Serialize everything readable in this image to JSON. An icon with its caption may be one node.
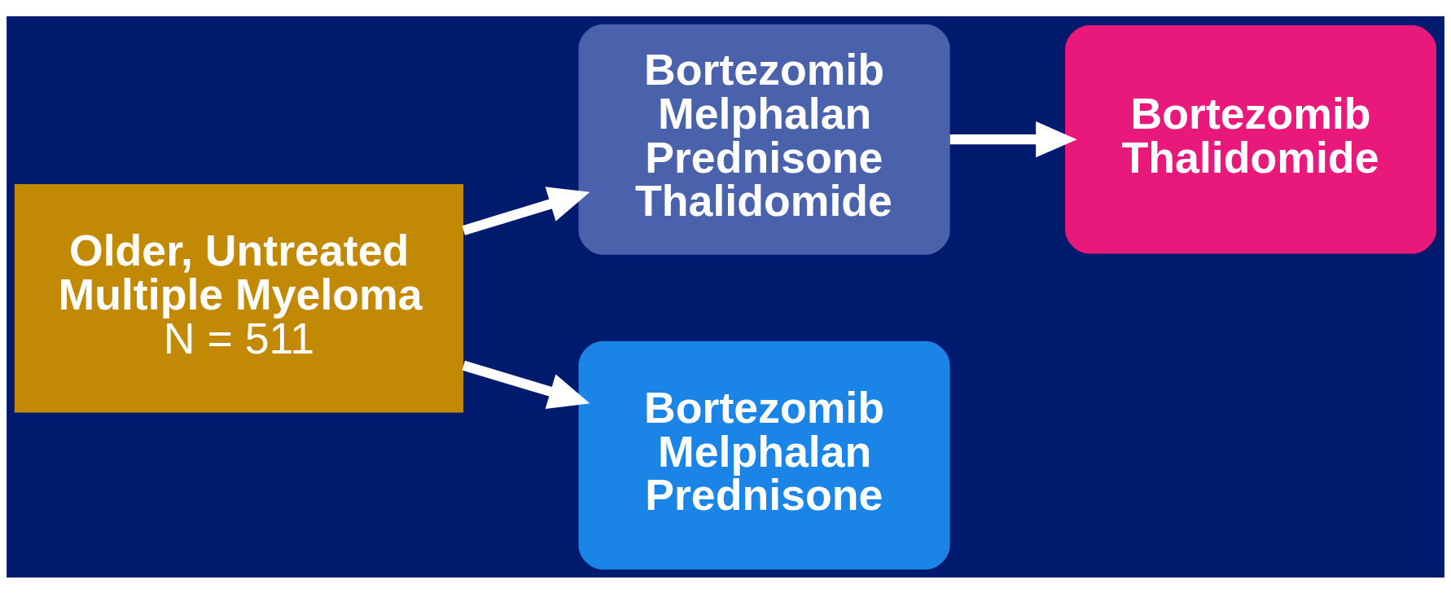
{
  "diagram": {
    "nodes": [
      {
        "text": [
          "Older, Untreated Multiple Myeloma",
          "N = 511"
        ]
      },
      {
        "text": [
          "Bortezomib Melphalan Prednisone Thalidomide"
        ]
      },
      {
        "text": [
          "Bortezomib Melphalan Prednisone"
        ]
      },
      {
        "text": [
          "Bortezomib Thalidomide"
        ]
      }
    ],
    "edges": [
      {
        "from": 0,
        "to": 1,
        "arrow": "to"
      },
      {
        "from": 0,
        "to": 2,
        "arrow": "to"
      },
      {
        "from": 1,
        "to": 3,
        "arrow": "to"
      }
    ]
  }
}
